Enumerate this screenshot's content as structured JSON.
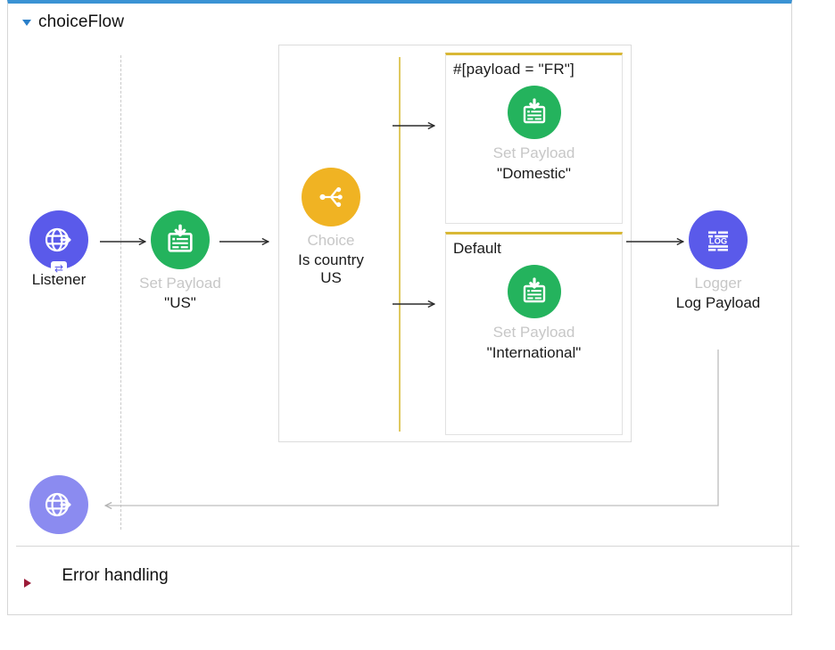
{
  "flow": {
    "title": "choiceFlow",
    "expand_icon": "triangle-down-icon",
    "accent_blue": "#3a93d4"
  },
  "nodes": {
    "listener": {
      "icon": "http-listener-globe-icon",
      "type": "",
      "name": "Listener",
      "color": "#5a5aea"
    },
    "set_payload_us": {
      "icon": "set-payload-icon",
      "type": "Set Payload",
      "name": "\"US\"",
      "color": "#24b35d"
    },
    "choice": {
      "icon": "choice-branch-icon",
      "type": "Choice",
      "name": "Is country US",
      "color": "#f0b323"
    },
    "logger": {
      "icon": "logger-log-icon",
      "type": "Logger",
      "name": "Log Payload",
      "color": "#5a5aea"
    },
    "source_return": {
      "icon": "http-listener-globe-icon",
      "type": "",
      "name": "",
      "color": "#8b8bf0"
    }
  },
  "branches": [
    {
      "id": "fr",
      "label": "#[payload   =   \"FR\"]",
      "accent": "#d9b836",
      "node": {
        "icon": "set-payload-icon",
        "type": "Set Payload",
        "name": "\"Domestic\"",
        "color": "#24b35d"
      }
    },
    {
      "id": "default",
      "label": "Default",
      "accent": "#d9b836",
      "node": {
        "icon": "set-payload-icon",
        "type": "Set Payload",
        "name": "\"International\"",
        "color": "#24b35d"
      }
    }
  ],
  "error_handling": {
    "label": "Error handling",
    "expand_icon": "triangle-right-icon",
    "accent": "#9b1b38"
  }
}
